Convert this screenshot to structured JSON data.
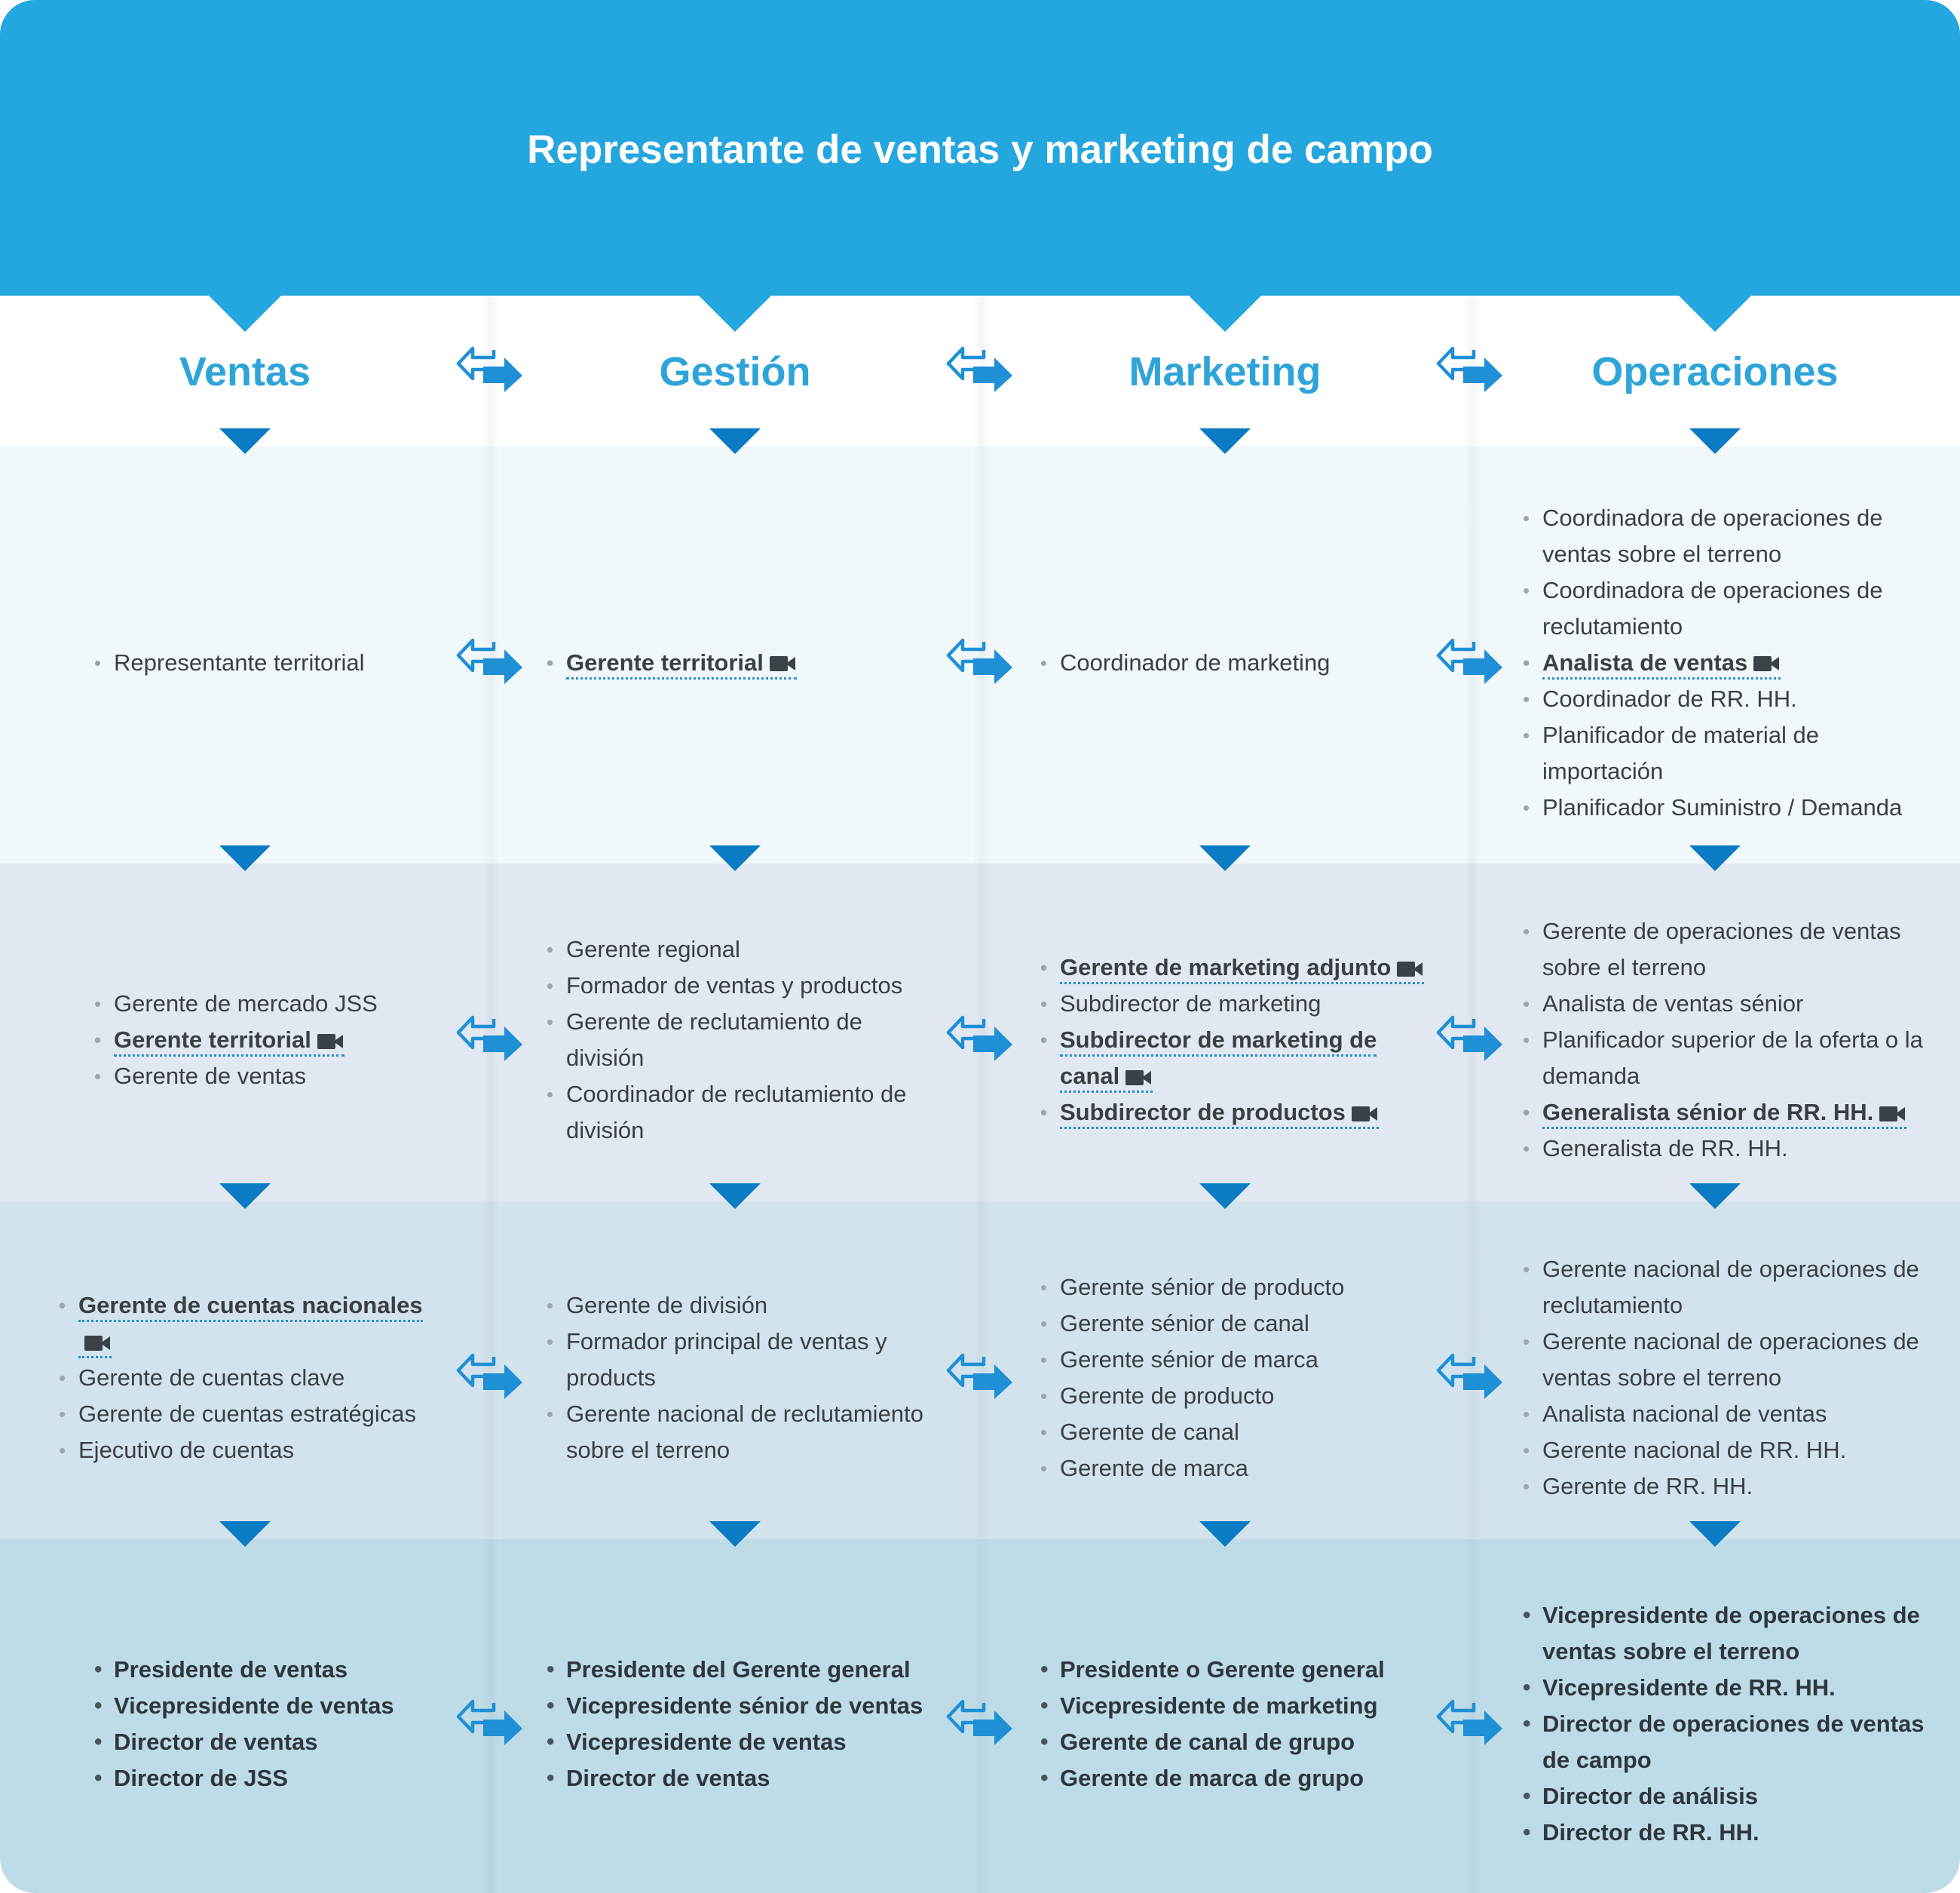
{
  "title": "Representante de ventas y marketing de campo",
  "columns": [
    "Ventas",
    "Gestión",
    "Marketing",
    "Operaciones"
  ],
  "colors": {
    "header": "#24a6df",
    "column_title": "#2ea4d9",
    "chevron": "#0b7bc4",
    "arrow": "#1f8fd6",
    "band_1": "#f1f8fc",
    "band_2": "#e1e8f1",
    "band_3": "#d3e3ed",
    "band_4": "#bedce8"
  },
  "levels": [
    [
      [
        {
          "text": "Representante territorial"
        }
      ],
      [
        {
          "text": "Gerente territorial",
          "link": true,
          "video": true
        }
      ],
      [
        {
          "text": "Coordinador de marketing"
        }
      ],
      [
        {
          "text": "Coordinadora de operaciones de ventas sobre el terreno"
        },
        {
          "text": "Coordinadora de operaciones de reclutamiento"
        },
        {
          "text": "Analista de ventas",
          "link": true,
          "video": true
        },
        {
          "text": "Coordinador de RR. HH."
        },
        {
          "text": "Planificador de material de importación"
        },
        {
          "text": "Planificador Suministro / Demanda"
        }
      ]
    ],
    [
      [
        {
          "text": "Gerente de mercado JSS"
        },
        {
          "text": "Gerente territorial",
          "link": true,
          "video": true
        },
        {
          "text": "Gerente de ventas"
        }
      ],
      [
        {
          "text": "Gerente regional"
        },
        {
          "text": "Formador de ventas y productos"
        },
        {
          "text": "Gerente de reclutamiento de división"
        },
        {
          "text": "Coordinador de reclutamiento de división"
        }
      ],
      [
        {
          "text": "Gerente de marketing adjunto",
          "link": true,
          "video": true
        },
        {
          "text": "Subdirector de marketing"
        },
        {
          "text": "Subdirector de marketing de canal",
          "link": true,
          "video": true
        },
        {
          "text": "Subdirector de productos",
          "link": true,
          "video": true
        }
      ],
      [
        {
          "text": "Gerente de operaciones de ventas sobre el terreno"
        },
        {
          "text": "Analista de ventas sénior"
        },
        {
          "text": "Planificador superior de la oferta o la demanda"
        },
        {
          "text": "Generalista sénior de RR. HH.",
          "link": true,
          "video": true
        },
        {
          "text": "Generalista de RR. HH."
        }
      ]
    ],
    [
      [
        {
          "text": "Gerente de cuentas nacionales",
          "link": true,
          "video": true
        },
        {
          "text": "Gerente de cuentas clave"
        },
        {
          "text": "Gerente de cuentas estratégicas"
        },
        {
          "text": "Ejecutivo de cuentas"
        }
      ],
      [
        {
          "text": "Gerente de división"
        },
        {
          "text": "Formador principal de ventas y products"
        },
        {
          "text": "Gerente nacional de reclutamiento sobre el terreno"
        }
      ],
      [
        {
          "text": "Gerente sénior de producto"
        },
        {
          "text": "Gerente sénior de canal"
        },
        {
          "text": "Gerente sénior de marca"
        },
        {
          "text": "Gerente de producto"
        },
        {
          "text": "Gerente de canal"
        },
        {
          "text": "Gerente de marca"
        }
      ],
      [
        {
          "text": "Gerente nacional de operaciones de reclutamiento"
        },
        {
          "text": "Gerente nacional de operaciones de ventas sobre el terreno"
        },
        {
          "text": "Analista nacional de ventas"
        },
        {
          "text": "Gerente nacional de RR. HH."
        },
        {
          "text": "Gerente de RR. HH."
        }
      ]
    ],
    [
      [
        {
          "text": "Presidente de ventas"
        },
        {
          "text": "Vicepresidente de ventas"
        },
        {
          "text": "Director de ventas"
        },
        {
          "text": "Director de JSS"
        }
      ],
      [
        {
          "text": "Presidente del Gerente general"
        },
        {
          "text": "Vicepresidente sénior de ventas"
        },
        {
          "text": "Vicepresidente de ventas"
        },
        {
          "text": "Director de ventas"
        }
      ],
      [
        {
          "text": "Presidente o Gerente general"
        },
        {
          "text": "Vicepresidente de marketing"
        },
        {
          "text": "Gerente de canal de grupo"
        },
        {
          "text": "Gerente de marca de grupo"
        }
      ],
      [
        {
          "text": "Vicepresidente de operaciones de ventas sobre el terreno"
        },
        {
          "text": "Vicepresidente de RR. HH."
        },
        {
          "text": "Director de operaciones de ventas de campo"
        },
        {
          "text": "Director de análisis"
        },
        {
          "text": "Director de RR. HH."
        }
      ]
    ]
  ],
  "icons": {
    "video": "video-camera-icon",
    "arrow": "bidirectional-arrow-icon",
    "chevron": "chevron-down-icon"
  }
}
